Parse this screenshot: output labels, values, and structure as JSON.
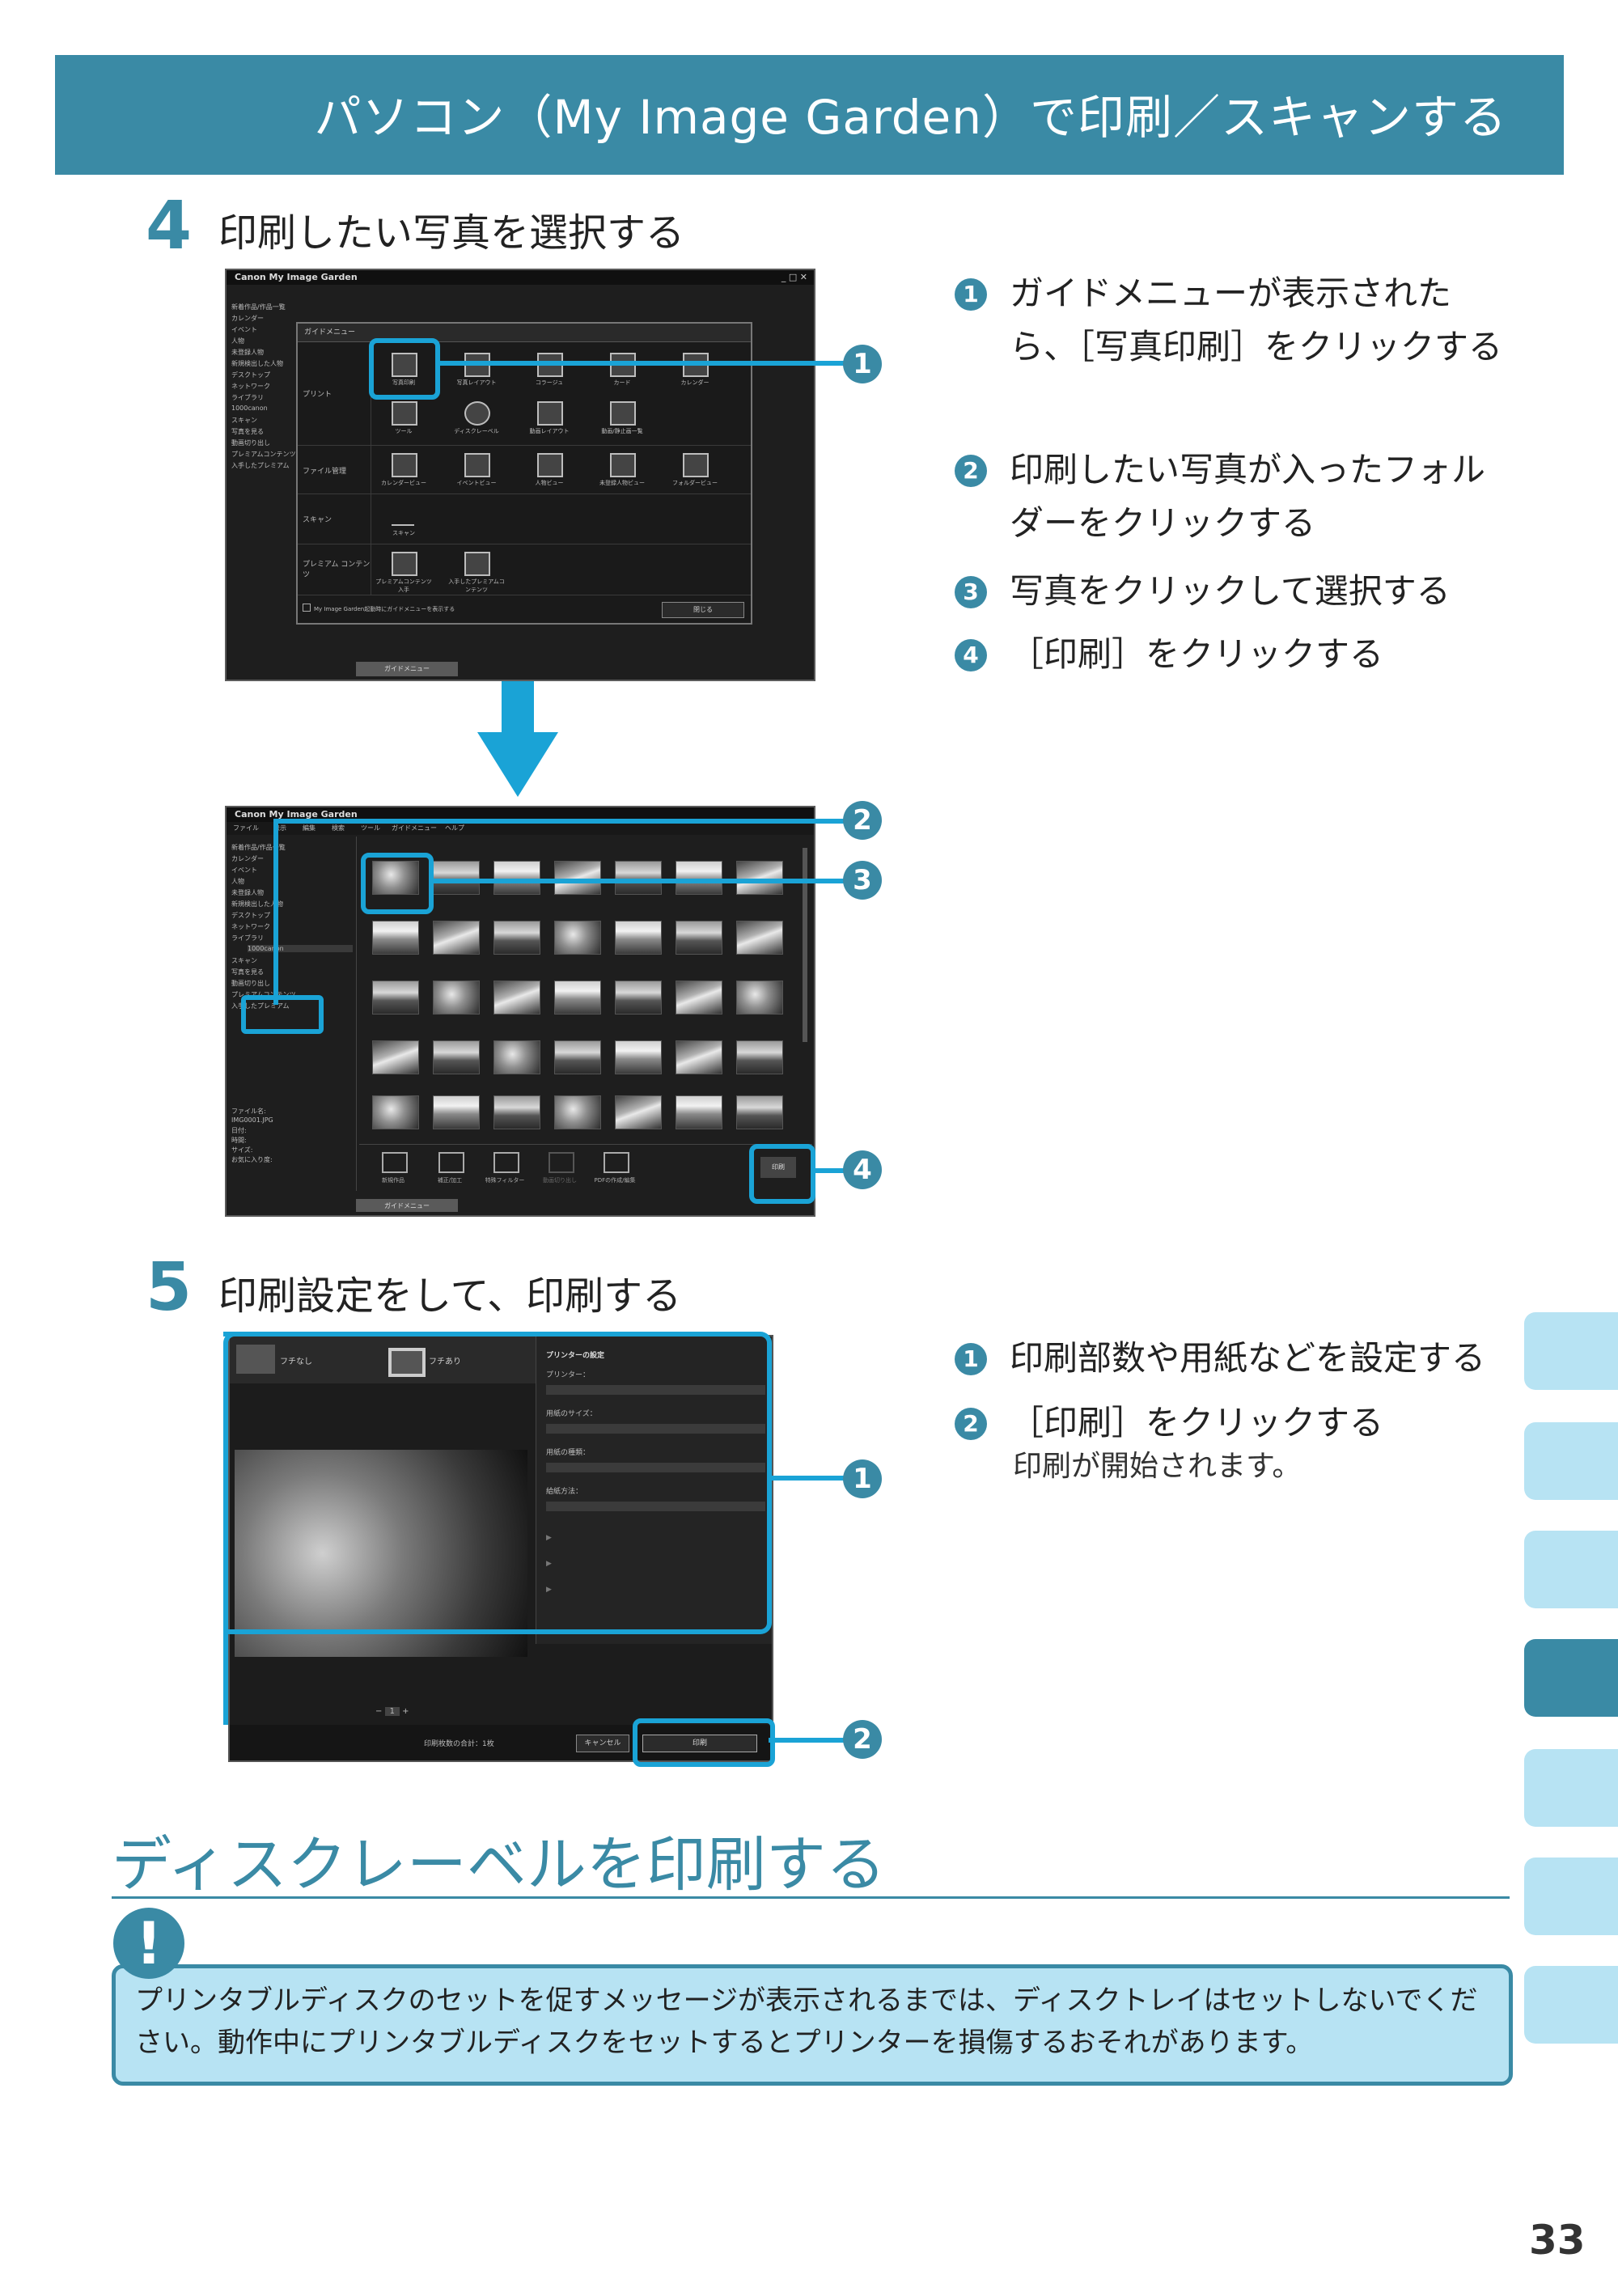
{
  "header": {
    "title": "パソコン（My Image Garden）で印刷／スキャンする"
  },
  "step4": {
    "number": "4",
    "title": "印刷したい写真を選択する",
    "notes": [
      {
        "n": "1",
        "text": "ガイドメニューが表示されたら、［写真印刷］をクリックする"
      },
      {
        "n": "2",
        "text": "印刷したい写真が入ったフォルダーをクリックする"
      },
      {
        "n": "3",
        "text": "写真をクリックして選択する"
      },
      {
        "n": "4",
        "text": "［印刷］をクリックする"
      }
    ]
  },
  "step5": {
    "number": "5",
    "title": "印刷設定をして、印刷する",
    "notes": [
      {
        "n": "1",
        "text": "印刷部数や用紙などを設定する"
      },
      {
        "n": "2",
        "text": "［印刷］をクリックする",
        "sub": "印刷が開始されます。"
      }
    ]
  },
  "screen1": {
    "app_title": "Canon My Image Garden",
    "window_controls": "_ □ ✕",
    "sidebar": [
      "新着作品/作品一覧",
      "カレンダー",
      "イベント",
      "人物",
      "未登録人物",
      "新規検出した人物",
      "デスクトップ",
      "ネットワーク",
      "ライブラリ",
      "1000canon",
      "スキャン",
      "写真を見る",
      "動画切り出し",
      "プレミアムコンテンツ",
      "入手したプレミアム"
    ],
    "dialog_title": "ガイドメニュー",
    "categories": [
      "プリント",
      "ファイル管理",
      "スキャン",
      "プレミアム コンテンツ"
    ],
    "print_items": [
      "写真印刷",
      "写真レイアウト",
      "コラージュ",
      "カード",
      "カレンダー",
      "ツール",
      "ディスクレーベル",
      "動画レイアウト",
      "動画/静止画一覧"
    ],
    "file_items": [
      "カレンダービュー",
      "イベントビュー",
      "人物ビュー",
      "未登録人物ビュー",
      "フォルダービュー"
    ],
    "scan_items": [
      "スキャン"
    ],
    "premium_items": [
      "プレミアムコンテンツ入手",
      "入手したプレミアムコンテンツ"
    ],
    "checkbox_label": "My Image Garden起動時にガイドメニューを表示する",
    "close_btn": "閉じる",
    "guide_btn": "ガイドメニュー"
  },
  "screen2": {
    "app_title": "Canon My Image Garden",
    "menu": [
      "ファイル",
      "表示",
      "編集",
      "検索",
      "ツール",
      "ガイドメニュー",
      "ヘルプ"
    ],
    "selected_folder": "1000canon",
    "info": [
      "ファイル名:",
      "IMG0001.JPG",
      "日付:",
      "時間:",
      "サイズ:",
      "お気に入り度:"
    ],
    "tools": [
      "新規作品",
      "補正/加工",
      "特殊フィルター",
      "動画切り出し",
      "PDFの作成/編集"
    ],
    "print_btn": "印刷",
    "guide_btn": "ガイドメニュー"
  },
  "screen3": {
    "border_none": "フチなし",
    "border_yes": "フチあり",
    "printer_settings": "プリンターの設定",
    "printer": "プリンター：",
    "paper_size": "用紙のサイズ：",
    "paper_type": "用紙の種類：",
    "feed": "給紙方法：",
    "copies_label": "印刷枚数の合計：1枚",
    "copies_value": "1",
    "cancel_btn": "キャンセル",
    "print_btn": "印刷"
  },
  "section": {
    "title": "ディスクレーベルを印刷する",
    "caution": "プリンタブルディスクのセットを促すメッセージが表示されるまでは、ディスクトレイはセットしないでください。動作中にプリンタブルディスクをセットするとプリンターを損傷するおそれがあります。"
  },
  "page_number": "33",
  "colors": {
    "accent": "#3a8aa5",
    "callout": "#1aa3d6",
    "tab": "#b7e3f3"
  },
  "icons": {
    "caution": "!"
  }
}
